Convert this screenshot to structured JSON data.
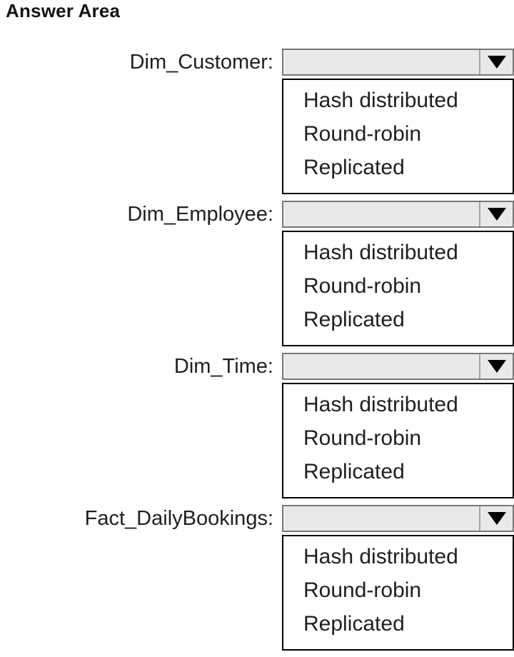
{
  "title": "Answer Area",
  "icons": {
    "dropdown_arrow": "black-down-triangle"
  },
  "colors": {
    "dropdown_fill": "#e9e9e9",
    "dropdown_border": "#787878",
    "listbox_border": "#000000",
    "text": "#1f1f1f",
    "arrow": "#000000"
  },
  "groups": [
    {
      "label": "Dim_Customer:",
      "value": "",
      "options": [
        "Hash distributed",
        "Round-robin",
        "Replicated"
      ]
    },
    {
      "label": "Dim_Employee:",
      "value": "",
      "options": [
        "Hash distributed",
        "Round-robin",
        "Replicated"
      ]
    },
    {
      "label": "Dim_Time:",
      "value": "",
      "options": [
        "Hash distributed",
        "Round-robin",
        "Replicated"
      ]
    },
    {
      "label": "Fact_DailyBookings:",
      "value": "",
      "options": [
        "Hash distributed",
        "Round-robin",
        "Replicated"
      ]
    }
  ]
}
